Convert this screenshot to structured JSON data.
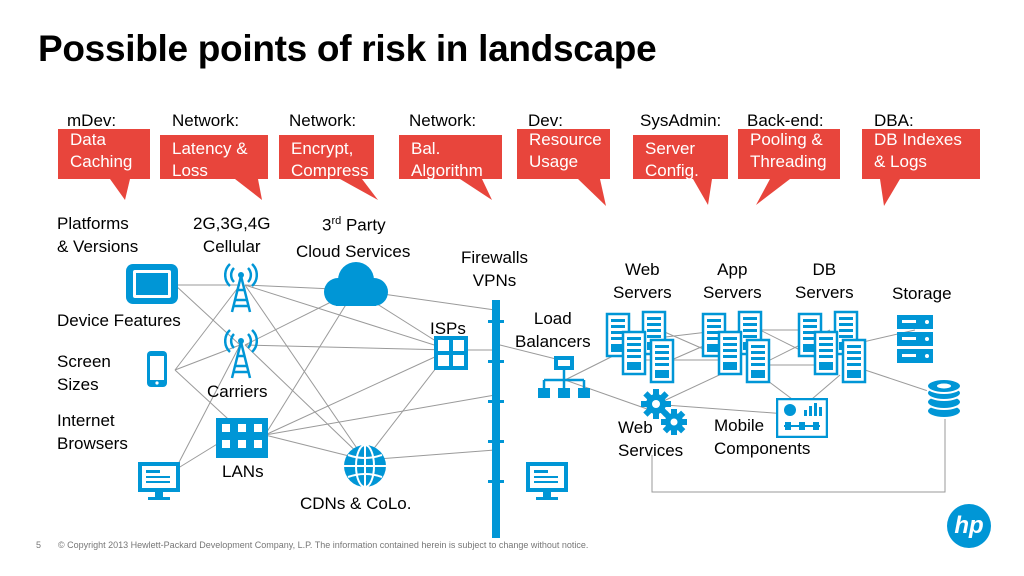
{
  "title": "Possible points of risk in landscape",
  "categories": [
    {
      "label": "mDev:",
      "risk": "Data Caching"
    },
    {
      "label": "Network:",
      "risk": "Latency & Loss"
    },
    {
      "label": "Network:",
      "risk": "Encrypt, Compress"
    },
    {
      "label": "Network:",
      "risk": "Bal. Algorithm"
    },
    {
      "label": "Dev:",
      "risk": "Resource Usage"
    },
    {
      "label": "SysAdmin:",
      "risk": "Server Config."
    },
    {
      "label": "Back-end:",
      "risk": "Pooling & Threading"
    },
    {
      "label": "DBA:",
      "risk": "DB Indexes & Logs"
    }
  ],
  "labels": {
    "platforms": "Platforms\n& Versions",
    "cellular": "2G,3G,4G\nCellular",
    "third_party_pre": "3",
    "third_party_sup": "rd",
    "third_party_post": " Party",
    "cloud_services": "Cloud Services",
    "firewalls": "Firewalls\nVPNs",
    "web_servers": "Web\nServers",
    "app_servers": "App\nServers",
    "db_servers": "DB\nServers",
    "storage": "Storage",
    "device_features": "Device Features",
    "isps": "ISPs",
    "load_balancers": "Load\nBalancers",
    "screen_sizes": "Screen\nSizes",
    "carriers": "Carriers",
    "internet_browsers": "Internet\nBrowsers",
    "web_services": "Web\nServices",
    "mobile_components": "Mobile\nComponents",
    "lans": "LANs",
    "cdns": "CDNs & CoLo."
  },
  "footer": {
    "page": "5",
    "copyright": "© Copyright 2013 Hewlett-Packard Development Company, L.P.  The information contained herein is subject to change without notice."
  },
  "logo_text": "hp",
  "colors": {
    "accent_red": "#e8453c",
    "icon_blue": "#0096d6",
    "line_gray": "#999999"
  }
}
